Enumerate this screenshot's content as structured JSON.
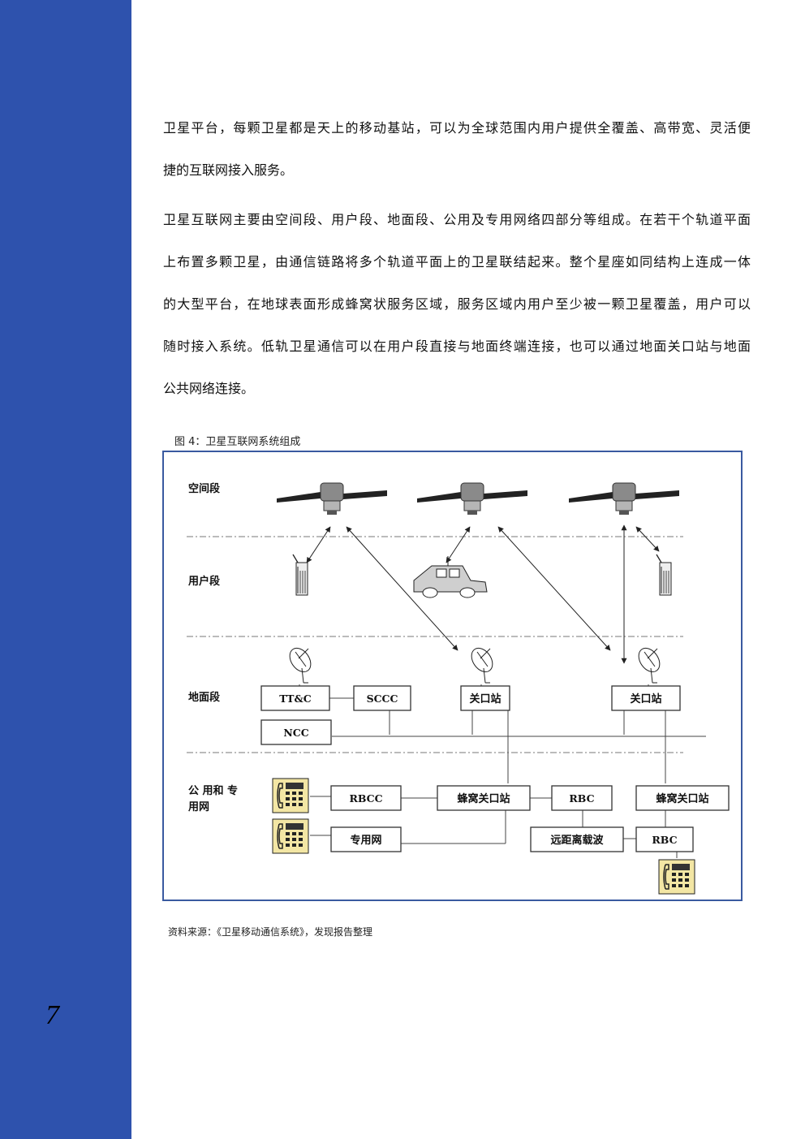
{
  "page": {
    "number": "7"
  },
  "paragraphs": [
    {
      "lines": [
        "卫星平台，每颗卫星都是天上的移动基站，可以为全球范围内用户提供全覆盖、高带宽、灵活便",
        "捷的互联网接入服务。"
      ]
    },
    {
      "lines": [
        "卫星互联网主要由空间段、用户段、地面段、公用及专用网络四部分等组成。在若干个轨道平面",
        "上布置多颗卫星，由通信链路将多个轨道平面上的卫星联结起来。整个星座如同结构上连成一体",
        "的大型平台，在地球表面形成蜂窝状服务区域，服务区域内用户至少被一颗卫星覆盖，用户可以",
        "随时接入系统。低轨卫星通信可以在用户段直接与地面终端连接，也可以通过地面关口站与地面",
        "公共网络连接。"
      ]
    }
  ],
  "figure": {
    "caption": "图 4：卫星互联网系统组成",
    "segments": {
      "space": "空间段",
      "user": "用户段",
      "ground": "地面段",
      "network_line1": "公 用和 专",
      "network_line2": "用网"
    },
    "boxes": {
      "ttc": "TT&C",
      "sccc": "SCCC",
      "gateway1": "关口站",
      "gateway2": "关口站",
      "ncc": "NCC",
      "rbcc": "RBCC",
      "cellular_gateway1": "蜂窝关口站",
      "rbc1": "RBC",
      "cellular_gateway2": "蜂窝关口站",
      "private_net": "专用网",
      "long_distance_carrier": "远距离载波",
      "rbc2": "RBC"
    }
  },
  "source": "资料来源：《卫星移动通信系统》，发现报告整理"
}
